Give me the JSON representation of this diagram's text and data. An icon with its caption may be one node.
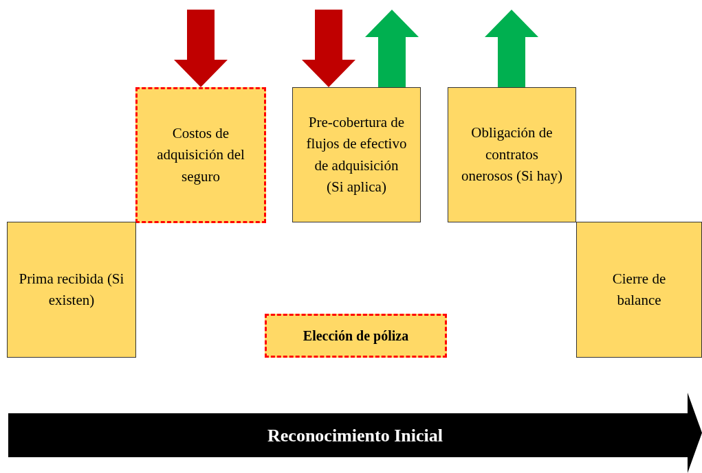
{
  "diagram": {
    "nodes": [
      {
        "text": [
          "Costos de adquisición del seguro"
        ]
      },
      {
        "text": [
          "Pre-cobertura de flujos de efectivo de adquisición (Si aplica)"
        ]
      },
      {
        "text": [
          "Obligación de contratos onerosos (Si hay)"
        ]
      },
      {
        "text": [
          "Prima recibida (Si existen)"
        ]
      },
      {
        "text": [
          "Cierre de balance"
        ]
      },
      {
        "text": [
          "Elección de póliza"
        ]
      },
      {
        "text": [
          "Reconocimiento Inicial"
        ]
      }
    ],
    "edges": [
      {
        "from": null,
        "to": 0,
        "arrow": "to",
        "style": "thick",
        "color": "#c00000"
      },
      {
        "from": null,
        "to": 1,
        "arrow": "to",
        "style": "thick",
        "color": "#c00000"
      },
      {
        "from": 1,
        "to": null,
        "arrow": "to",
        "style": "thick",
        "color": "#00b050"
      },
      {
        "from": 2,
        "to": null,
        "arrow": "to",
        "style": "thick",
        "color": "#00b050"
      }
    ]
  }
}
